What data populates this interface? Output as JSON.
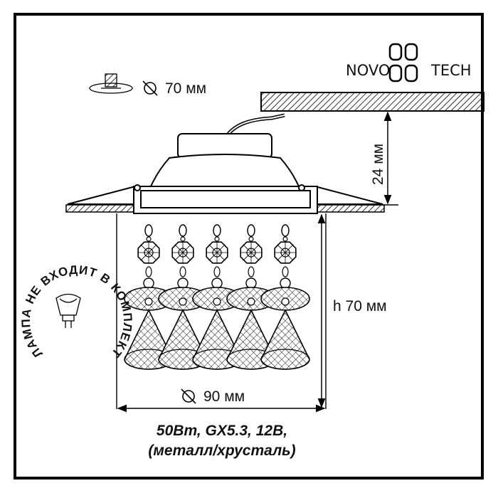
{
  "brand": {
    "prefix": "NOVO",
    "suffix": "TECH"
  },
  "cutout": {
    "label": "70 мм"
  },
  "dimensions": {
    "height_mount": "24 мм",
    "height_total": "h 70 мм",
    "diameter": "90 мм"
  },
  "bulb_note": "ЛАМПА НЕ ВХОДИТ В КОМПЛЕКТ",
  "spec": {
    "line1": "50Вт, GX5.3, 12В,",
    "line2": "(металл/хрусталь)"
  },
  "pendants_count": 5
}
